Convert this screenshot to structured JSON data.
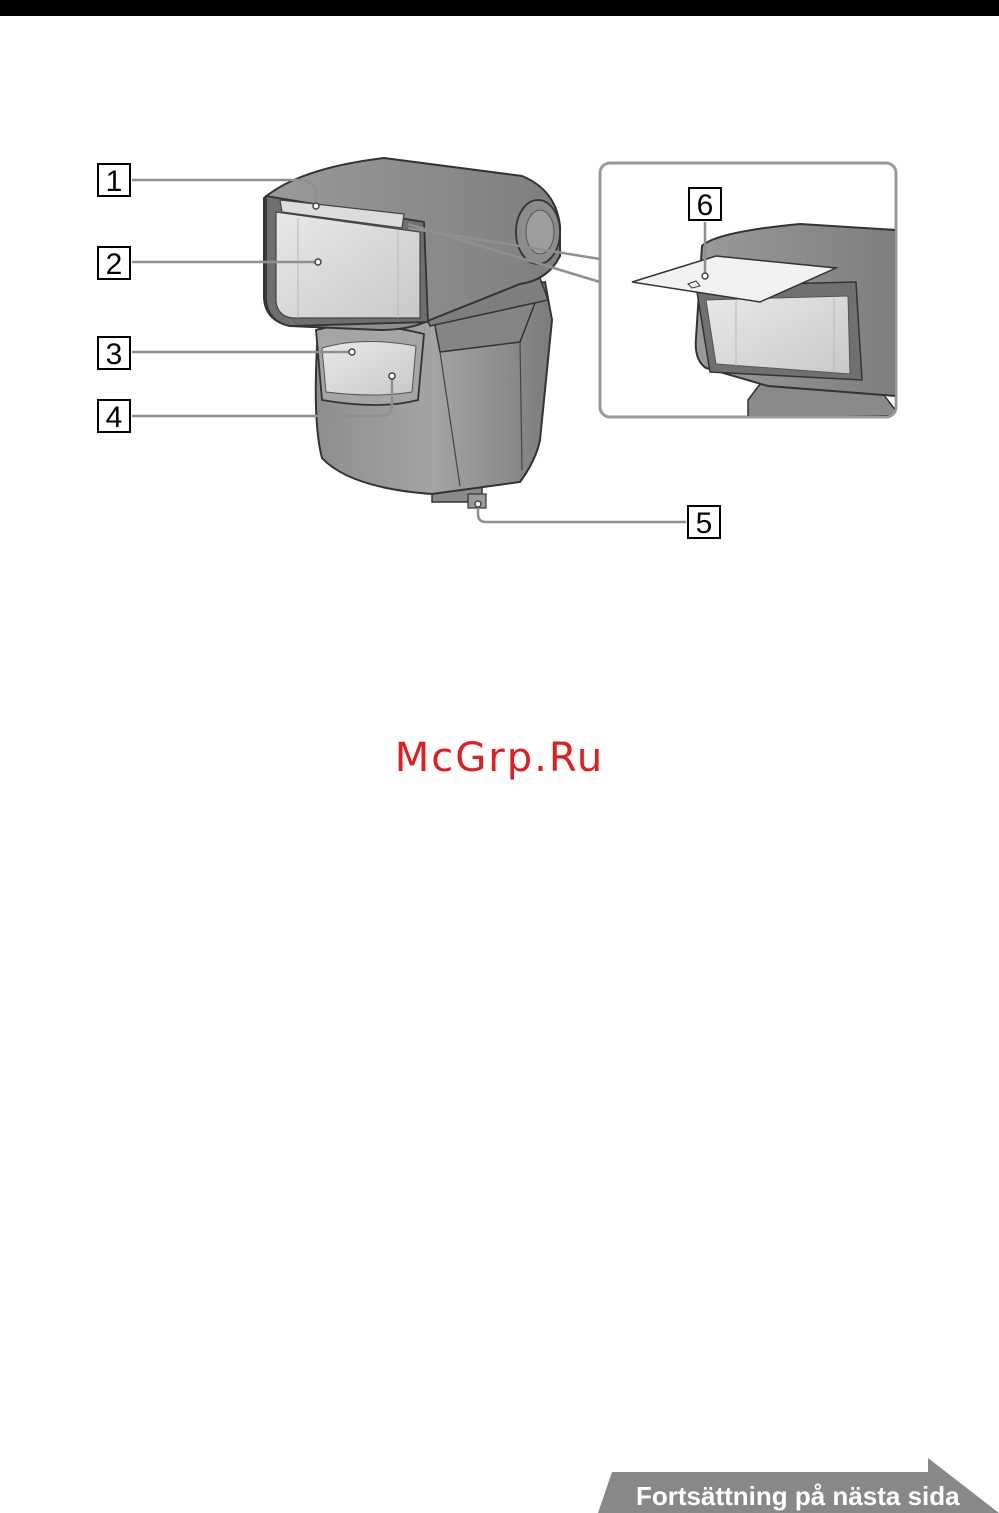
{
  "callouts": [
    "1",
    "2",
    "3",
    "4",
    "5",
    "6"
  ],
  "watermark": "McGrp.Ru",
  "footer": {
    "continue_label": "Fortsättning på nästa sida"
  }
}
